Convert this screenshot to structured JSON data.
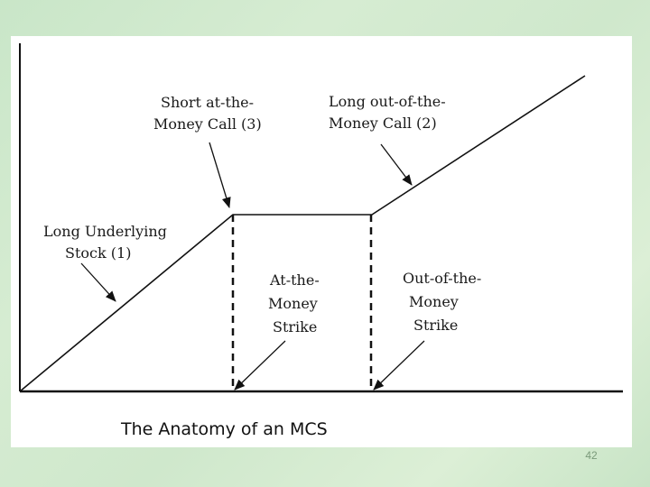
{
  "diagram": {
    "labels": {
      "short_call": [
        "Short at-the-",
        "Money Call (3)"
      ],
      "long_call": [
        "Long out-of-the-",
        "Money Call (2)"
      ],
      "long_stock": [
        "Long Underlying",
        "Stock (1)"
      ],
      "atm_strike": [
        "At-the-",
        "Money",
        "Strike"
      ],
      "otm_strike": [
        "Out-of-the-",
        "Money",
        "Strike"
      ]
    },
    "caption": "The Anatomy of an MCS"
  },
  "slide": {
    "number": "42"
  }
}
